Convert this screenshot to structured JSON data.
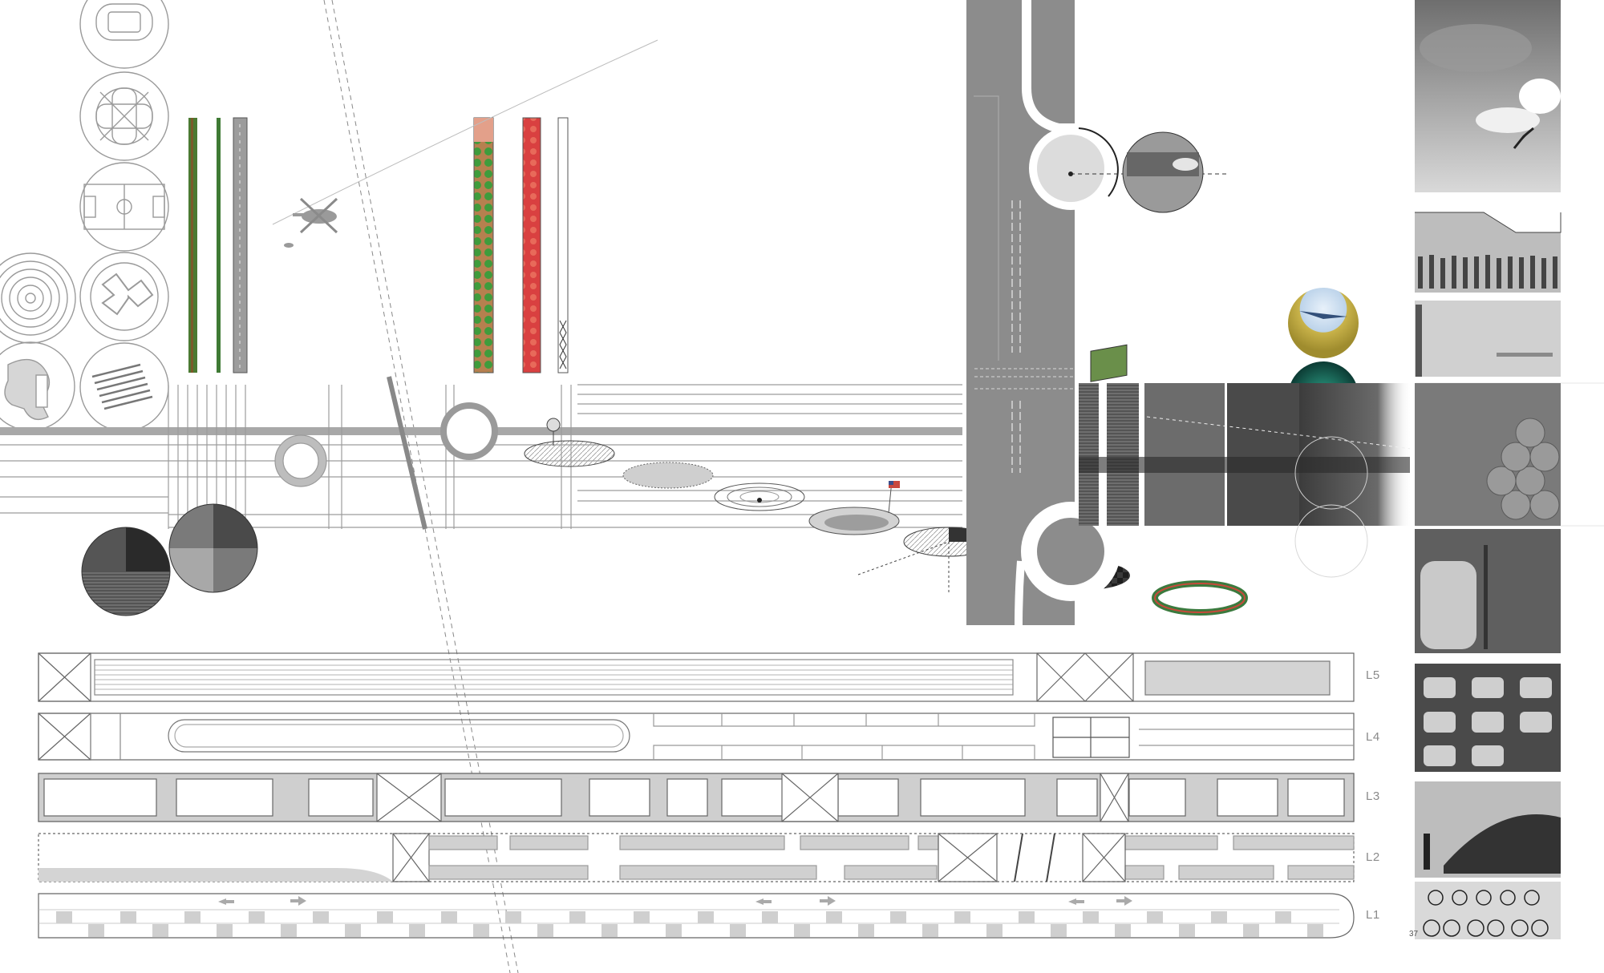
{
  "levels": [
    {
      "id": "L5",
      "label": "L5"
    },
    {
      "id": "L4",
      "label": "L4"
    },
    {
      "id": "L3",
      "label": "L3"
    },
    {
      "id": "L2",
      "label": "L2"
    },
    {
      "id": "L1",
      "label": "L1"
    }
  ],
  "page_number": "37",
  "colors": {
    "road": "#8c8c8c",
    "line": "#7a7a7a",
    "thin": "#b8b8b8",
    "green": "#3f8f3a",
    "red": "#d23b3b",
    "salmon": "#e3a08a",
    "teal": "#1f6f5a"
  },
  "icons": [
    "helipad-icon",
    "soccer-field-icon",
    "helicopter-icon",
    "flag-icon",
    "roundabout-icon",
    "photo-vignette"
  ]
}
